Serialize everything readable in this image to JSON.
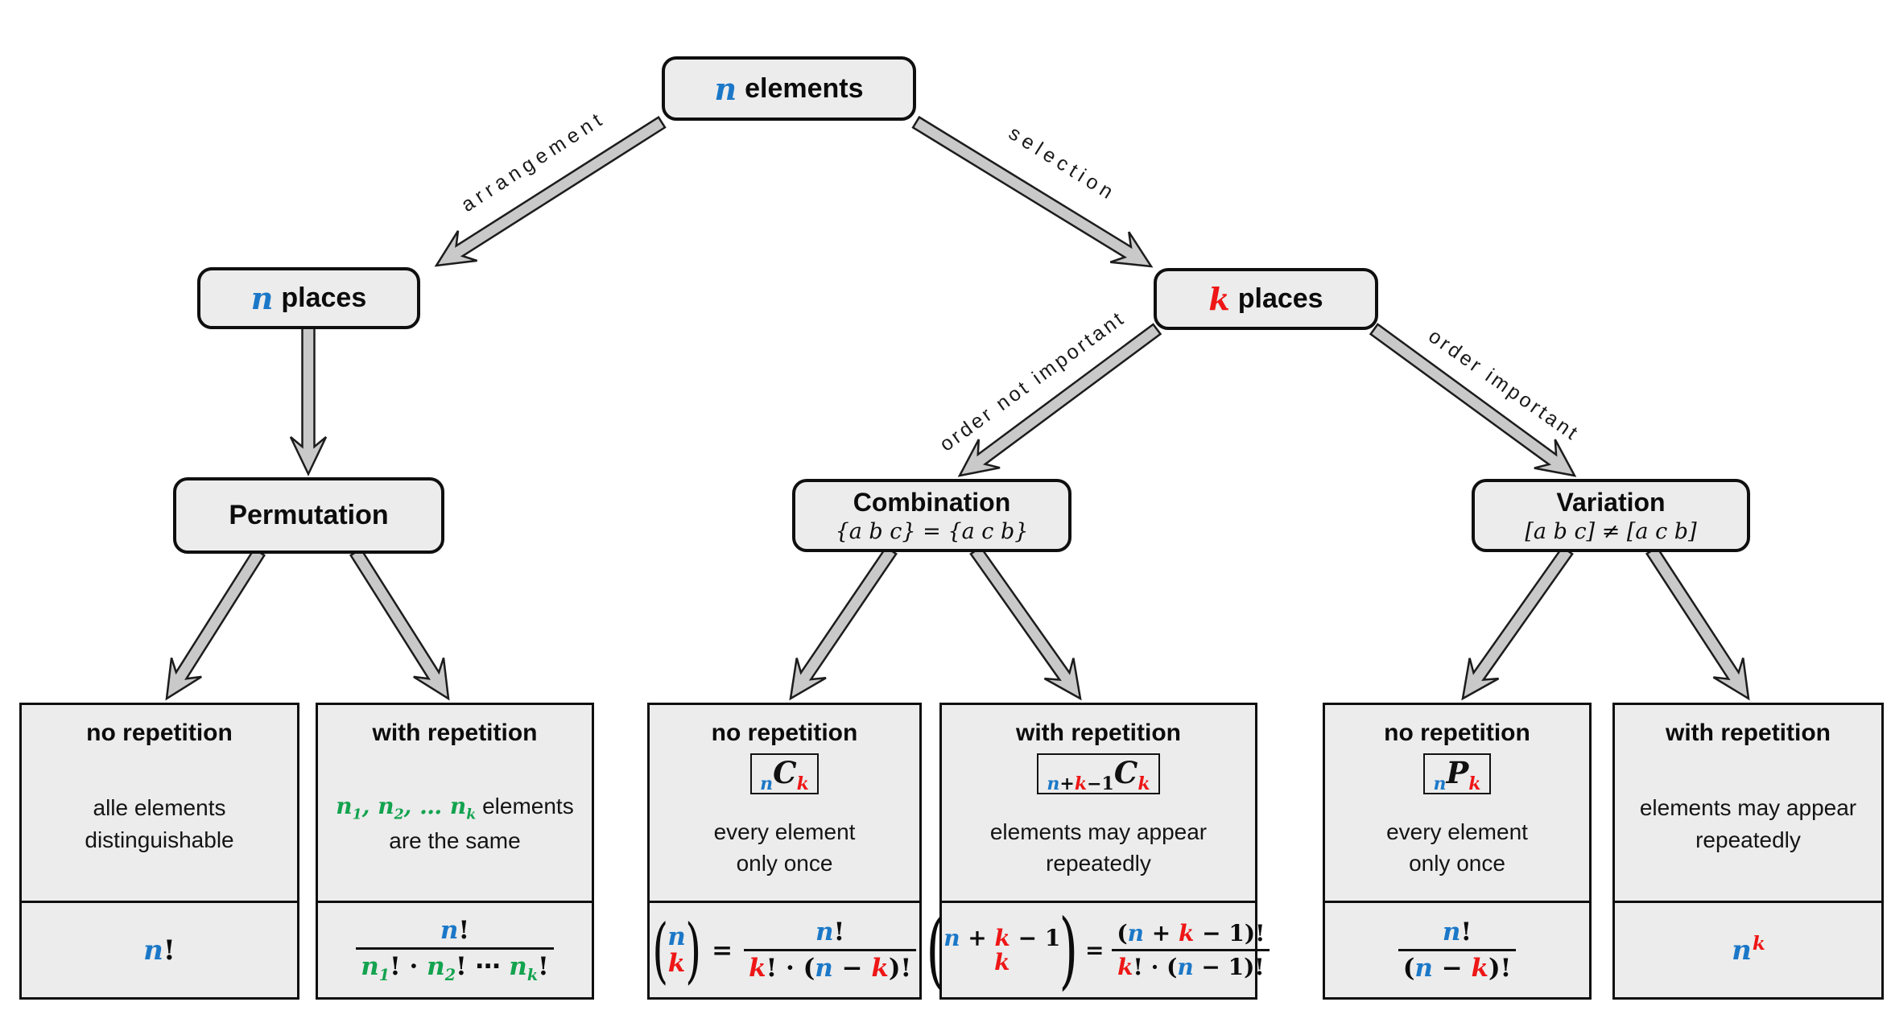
{
  "colors": {
    "blue": "#1b78c8",
    "red": "#ee1616",
    "green": "#13a34f",
    "boxFill": "#ececec",
    "arrowFill": "#c9c9c9"
  },
  "root": {
    "sym": "n",
    "label": "elements"
  },
  "edges": {
    "arrangement": "arrangement",
    "selection": "selection",
    "orderNot": "order not important",
    "orderImp": "order important"
  },
  "nPlaces": {
    "sym": "n",
    "label": "places"
  },
  "kPlaces": {
    "sym": "k",
    "label": "places"
  },
  "permutation": {
    "title": "Permutation"
  },
  "combination": {
    "title": "Combination",
    "example": "{a b c} = {a c b}"
  },
  "variation": {
    "title": "Variation",
    "example": "[a b c] ≠ [a c b]"
  },
  "leaves": {
    "perm_no": {
      "title": "no repetition",
      "desc1": "alle elements",
      "desc2": "distinguishable",
      "f_n": "n",
      "f_bang": "!"
    },
    "perm_with": {
      "title": "with repetition",
      "g1": "n",
      "u1": "1",
      "c1": ", ",
      "g2": "n",
      "u2": "2",
      "c2": ", … ",
      "g3": "n",
      "u3": "k",
      "restLine1": " elements",
      "line2": "are the same",
      "num_n": "n",
      "num_bang": "!",
      "dn1": "n",
      "ds1": "1",
      "dp1": "! · ",
      "dn2": "n",
      "ds2": "2",
      "dp2": "! ⋯ ",
      "dn3": "n",
      "ds3": "k",
      "dp3": "!"
    },
    "comb_no": {
      "title": "no repetition",
      "badge_pre": "n",
      "badge_main": "C",
      "badge_post": "k",
      "desc1": "every element",
      "desc2": "only once",
      "b_top": "n",
      "b_bot": "k",
      "eq": "=",
      "num_n": "n",
      "num_bang": "!",
      "d0": "k",
      "d1": "! · (",
      "d2": "n",
      "d3": " − ",
      "d4": "k",
      "d5": ")!"
    },
    "comb_with": {
      "title": "with repetition",
      "bp0": "n",
      "bp1": "+",
      "bp2": "k",
      "bp3": "−1",
      "badge_main": "C",
      "badge_post": "k",
      "desc1": "elements may appear",
      "desc2": "repeatedly",
      "t0": "n",
      "t1": " + ",
      "t2": "k",
      "t3": " − 1",
      "b_bot": "k",
      "eq": "=",
      "n0": "(",
      "n1": "n",
      "n2": " + ",
      "n3": "k",
      "n4": " − 1)!",
      "d0": "k",
      "d1": "! · (",
      "d2": "n",
      "d3": " − 1)!"
    },
    "var_no": {
      "title": "no repetition",
      "badge_pre": "n",
      "badge_main": "P",
      "badge_post": "k",
      "desc1": "every element",
      "desc2": "only once",
      "num_n": "n",
      "num_bang": "!",
      "d0": "(",
      "d1": "n",
      "d2": " − ",
      "d3": "k",
      "d4": ")!"
    },
    "var_with": {
      "title": "with repetition",
      "desc1": "elements may appear",
      "desc2": "repeatedly",
      "f_base": "n",
      "f_sup": "k"
    }
  }
}
